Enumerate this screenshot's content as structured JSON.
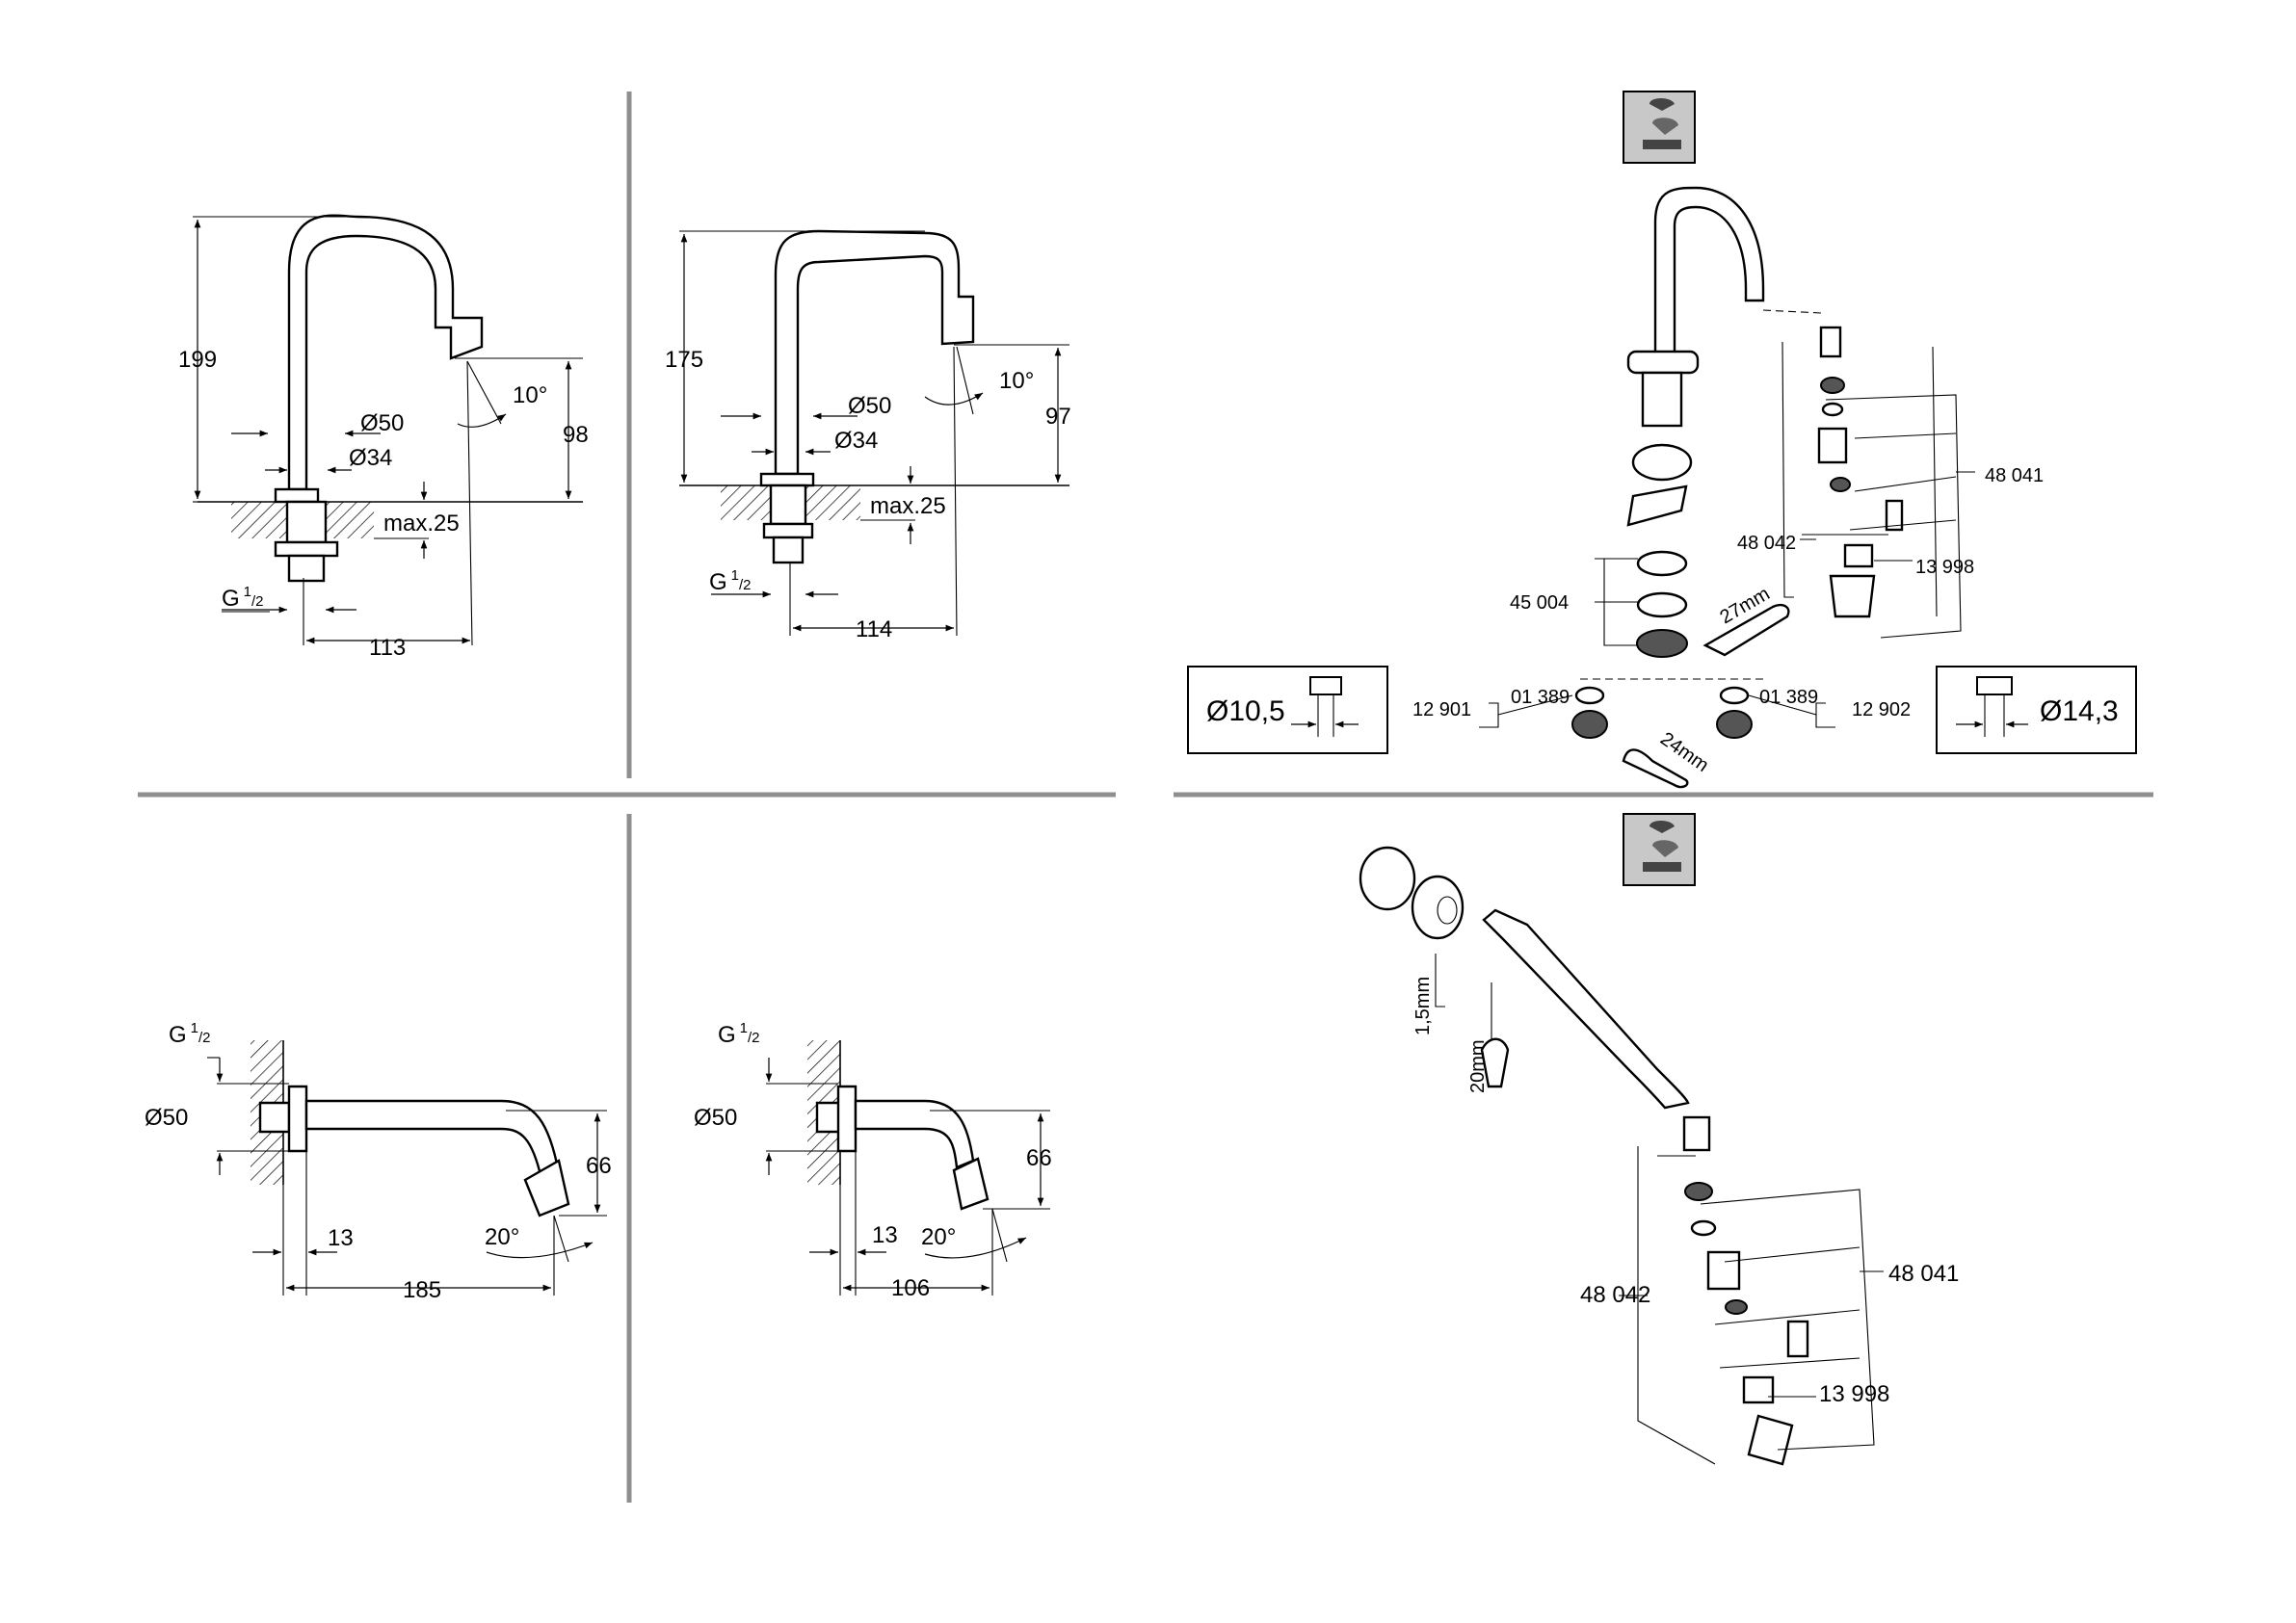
{
  "dims_1": {
    "height": "199",
    "d50": "Ø50",
    "d34": "Ø34",
    "angle": "10°",
    "spout": "98",
    "max": "max.25",
    "thread": "G",
    "thread_sup": "1",
    "thread_den": "/2",
    "reach": "113"
  },
  "dims_2": {
    "height": "175",
    "d50": "Ø50",
    "d34": "Ø34",
    "angle": "10°",
    "spout": "97",
    "max": "max.25",
    "thread": "G",
    "thread_sup": "1",
    "thread_den": "/2",
    "reach": "114"
  },
  "dims_3": {
    "thread": "G",
    "thread_sup": "1",
    "thread_den": "/2",
    "d50": "Ø50",
    "height": "66",
    "wall": "13",
    "angle": "20°",
    "reach": "185"
  },
  "dims_4": {
    "thread": "G",
    "thread_sup": "1",
    "thread_den": "/2",
    "d50": "Ø50",
    "height": "66",
    "wall": "13",
    "angle": "20°",
    "reach": "106"
  },
  "parts_1": {
    "p48041": "48 041",
    "p48042": "48 042",
    "p13998": "13 998",
    "p45004": "45 004",
    "p12901": "12 901",
    "p12902": "12 902",
    "p01389_l": "01 389",
    "p01389_r": "01 389",
    "wrench27": "27mm",
    "wrench24": "24mm",
    "hole_small": "Ø10,5",
    "hole_large": "Ø14,3"
  },
  "parts_2": {
    "p48041": "48 041",
    "p48042": "48 042",
    "p13998": "13 998",
    "key": "1,5mm",
    "wrench20": "20mm"
  },
  "icons": [
    "faucet-service-icon",
    "faucet-service-icon"
  ]
}
